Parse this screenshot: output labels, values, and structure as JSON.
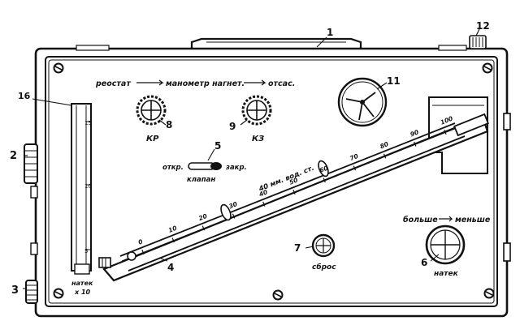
{
  "callouts": {
    "n1": "1",
    "n2": "2",
    "n3": "3",
    "n4": "4",
    "n5": "5",
    "n6": "6",
    "n7": "7",
    "n8": "8",
    "n9": "9",
    "n11": "11",
    "n12": "12",
    "n16": "16"
  },
  "mode_row": {
    "left": "реостат",
    "middle": "манометр нагнет.",
    "right": "отсас."
  },
  "knob_labels": {
    "kr": "КР",
    "kz": "КЗ"
  },
  "valve": {
    "open": "откр.",
    "close": "закр.",
    "name": "клапан"
  },
  "reset_label": "сброс",
  "direction": {
    "more": "больше",
    "less": "меньше"
  },
  "bottom_right_label": "натек",
  "tube": {
    "label_top": "натек",
    "label_bottom": "x 10",
    "scale": [
      "15",
      "10",
      "5"
    ]
  },
  "scale_unit": "40 мм. вод. ст.",
  "scale_ticks": [
    "0",
    "10",
    "20",
    "30",
    "40",
    "50",
    "60",
    "70",
    "80",
    "90",
    "100"
  ]
}
